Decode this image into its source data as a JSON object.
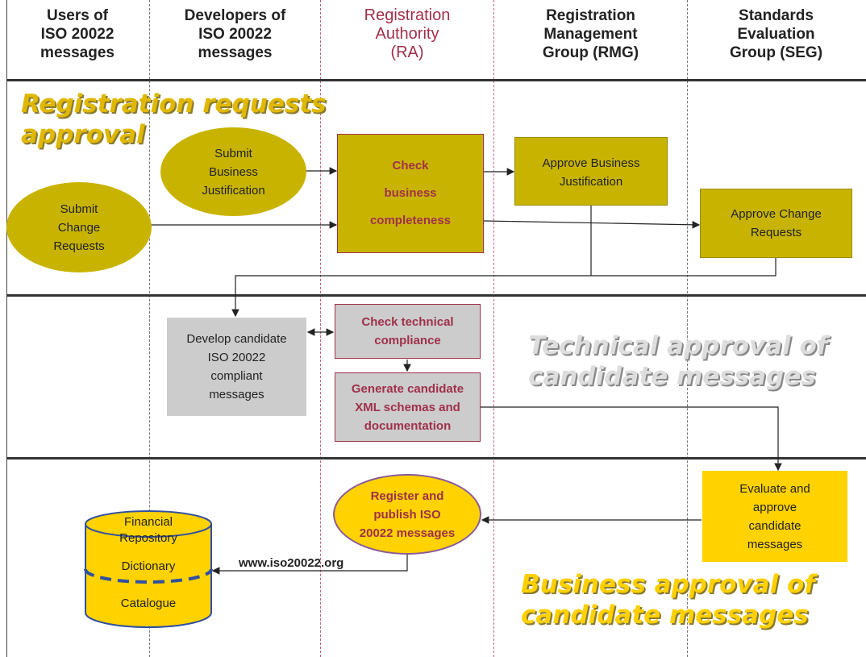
{
  "columns": [
    {
      "lines": [
        "Users of",
        "ISO 20022",
        "messages"
      ]
    },
    {
      "lines": [
        "Developers of",
        "ISO 20022",
        "messages"
      ]
    },
    {
      "lines": [
        "Registration",
        "Authority",
        "(RA)"
      ]
    },
    {
      "lines": [
        "Registration",
        "Management",
        "Group (RMG)"
      ]
    },
    {
      "lines": [
        "Standards",
        "Evaluation",
        "Group (SEG)"
      ]
    }
  ],
  "phases": {
    "registration": [
      "Registration requests",
      "approval"
    ],
    "technical": [
      "Technical approval of",
      "candidate messages"
    ],
    "business": [
      "Business approval of",
      "candidate messages"
    ]
  },
  "nodes": {
    "submit_business": [
      "Submit",
      "Business",
      "Justification"
    ],
    "submit_change": [
      "Submit",
      "Change",
      "Requests"
    ],
    "check_business": [
      "Check",
      "business",
      "completeness"
    ],
    "approve_business": [
      "Approve Business",
      "Justification"
    ],
    "approve_change": [
      "Approve Change",
      "Requests"
    ],
    "develop_candidate": [
      "Develop candidate",
      "ISO 20022",
      "compliant",
      "messages"
    ],
    "check_technical": [
      "Check technical",
      "compliance"
    ],
    "generate_schemas": [
      "Generate candidate",
      "XML schemas and",
      "documentation"
    ],
    "evaluate_approve": [
      "Evaluate and",
      "approve",
      "candidate",
      "messages"
    ],
    "register_publish": [
      "Register and",
      "publish  ISO",
      "20022 messages"
    ]
  },
  "repository": {
    "top": [
      "Financial",
      "Repository"
    ],
    "middle": "Dictionary",
    "bottom": "Catalogue"
  },
  "url_label": "www.iso20022.org",
  "colors": {
    "olive": "#c8b400",
    "yellow": "#ffd200",
    "grey": "#cccccc",
    "ra_red": "#a0304a",
    "repo_border": "#3050a0"
  }
}
